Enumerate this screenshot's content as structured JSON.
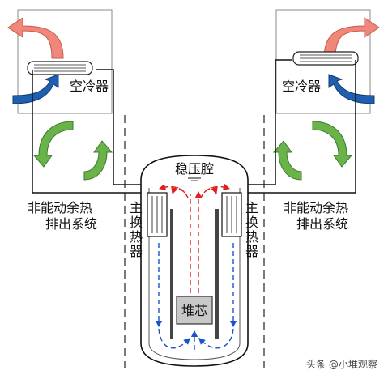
{
  "labels": {
    "air_cooler_left": "空冷器",
    "air_cooler_right": "空冷器",
    "pressurizer": "稳压腔",
    "core": "堆芯",
    "system_left_line1": "非能动余热",
    "system_left_line2": "排出系统",
    "system_right_line1": "非能动余热",
    "system_right_line2": "排出系统",
    "hx_left": [
      "主",
      "换",
      "热",
      "器"
    ],
    "hx_right": [
      "主",
      "换",
      "热",
      "器"
    ]
  },
  "watermark": "头条 @小堆观察",
  "colors": {
    "hot_air": "#f0877a",
    "cold_air": "#1f5fb0",
    "natural_circulation": "#6ab24a",
    "hot_flow": "#e02020",
    "cold_flow": "#1a55c8",
    "core_fill": "#c8c8c8",
    "line": "#111111"
  }
}
